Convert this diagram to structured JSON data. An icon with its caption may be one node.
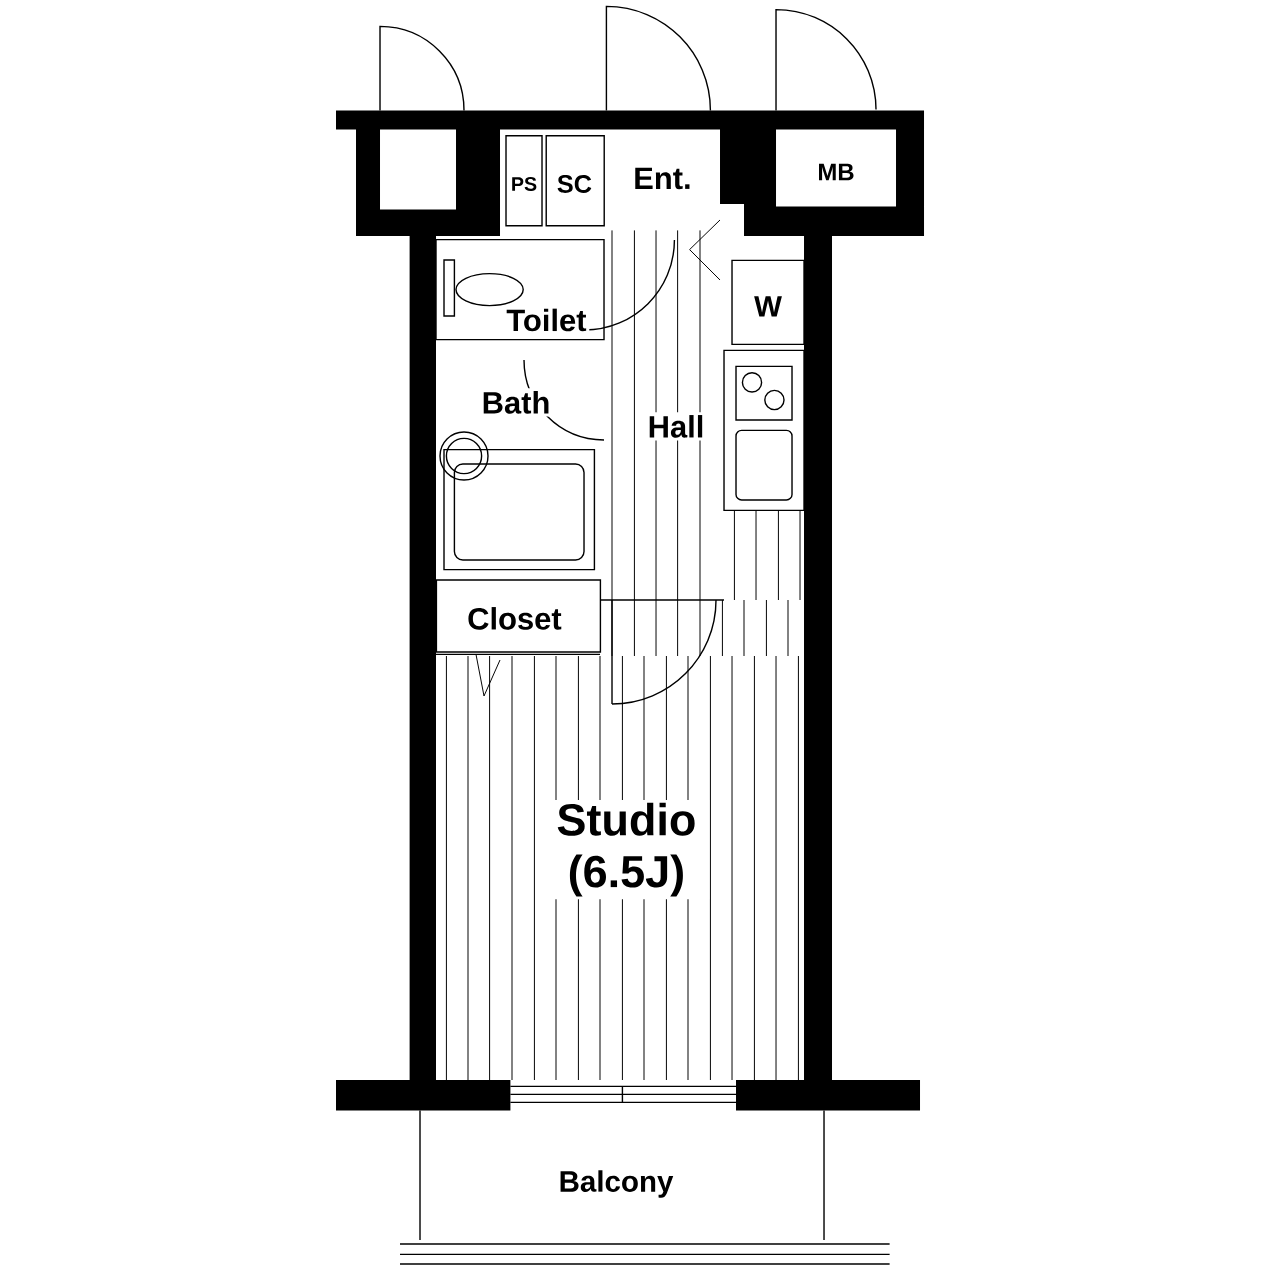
{
  "diagram": {
    "nodes": [
      {
        "text": [
          "PS"
        ]
      },
      {
        "text": [
          "SC"
        ]
      },
      {
        "text": [
          "Ent."
        ]
      },
      {
        "text": [
          "MB"
        ]
      },
      {
        "text": [
          "Toilet"
        ]
      },
      {
        "text": [
          "W"
        ]
      },
      {
        "text": [
          "Bath"
        ]
      },
      {
        "text": [
          "Hall"
        ]
      },
      {
        "text": [
          "Closet"
        ]
      },
      {
        "text": [
          "Studio (6.5J)"
        ]
      },
      {
        "text": [
          "Balcony"
        ]
      }
    ]
  }
}
